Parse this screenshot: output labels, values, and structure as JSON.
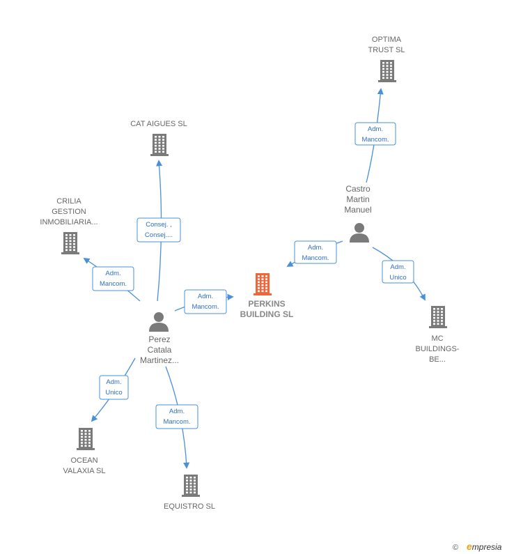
{
  "nodes": {
    "optima": {
      "lines": [
        "OPTIMA",
        "TRUST  SL"
      ],
      "kind": "company"
    },
    "cat_aigues": {
      "lines": [
        "CAT AIGUES SL"
      ],
      "kind": "company"
    },
    "crilia": {
      "lines": [
        "CRILIA",
        "GESTION",
        "INMOBILIARIA..."
      ],
      "kind": "company"
    },
    "perkins": {
      "lines": [
        "PERKINS",
        "BUILDING  SL"
      ],
      "kind": "company-main"
    },
    "mc_buildings": {
      "lines": [
        "MC",
        "BUILDINGS-",
        "BE..."
      ],
      "kind": "company"
    },
    "ocean": {
      "lines": [
        "OCEAN",
        "VALAXIA  SL"
      ],
      "kind": "company"
    },
    "equistro": {
      "lines": [
        "EQUISTRO  SL"
      ],
      "kind": "company"
    },
    "castro": {
      "lines": [
        "Castro",
        "Martin",
        "Manuel"
      ],
      "kind": "person"
    },
    "perez": {
      "lines": [
        "Perez",
        "Catala",
        "Martinez..."
      ],
      "kind": "person"
    }
  },
  "edges": [
    {
      "id": "castro-optima",
      "lines": [
        "Adm.",
        "Mancom."
      ]
    },
    {
      "id": "castro-perkins",
      "lines": [
        "Adm.",
        "Mancom."
      ]
    },
    {
      "id": "castro-mc",
      "lines": [
        "Adm.",
        "Unico"
      ]
    },
    {
      "id": "perez-cat",
      "lines": [
        "Consej. ,",
        "Consej...."
      ]
    },
    {
      "id": "perez-crilia",
      "lines": [
        "Adm.",
        "Mancom."
      ]
    },
    {
      "id": "perez-perkins",
      "lines": [
        "Adm.",
        "Mancom."
      ]
    },
    {
      "id": "perez-ocean",
      "lines": [
        "Adm.",
        "Unico"
      ]
    },
    {
      "id": "perez-equistro",
      "lines": [
        "Adm.",
        "Mancom."
      ]
    }
  ],
  "colors": {
    "company": "#7a7a7a",
    "company_main": "#f2643a",
    "person": "#7a7a7a",
    "edge": "#4a8fd9"
  },
  "footer": {
    "copyright": "©",
    "brand_initial": "e",
    "brand_rest": "mpresia"
  }
}
